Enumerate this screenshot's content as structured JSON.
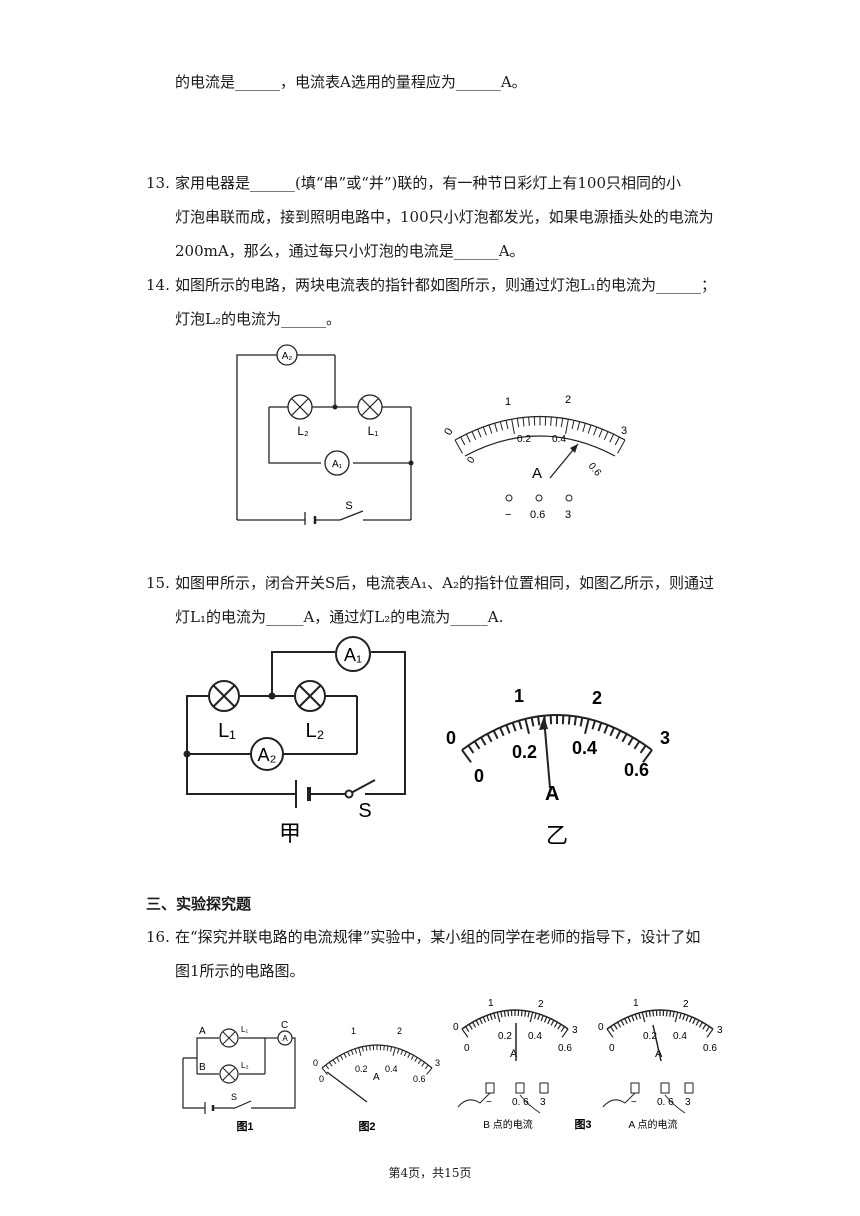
{
  "q12_tail": "的电流是______，电流表A选用的量程应为______A。",
  "q13": {
    "number": "13.",
    "lines": [
      "家用电器是______(填“串”或“并”)联的，有一种节日彩灯上有100只相同的小",
      "灯泡串联而成，接到照明电路中，100只小灯泡都发光，如果电源插头处的电流为",
      "200mA，那么，通过每只小灯泡的电流是______A。"
    ]
  },
  "q14": {
    "number": "14.",
    "lines": [
      "如图所示的电路，两块电流表的指针都如图所示，则通过灯泡L₁的电流为______；",
      "灯泡L₂的电流为______。"
    ],
    "circuit_labels": {
      "a2": "A₂",
      "a1": "A₁",
      "l2": "L₂",
      "l1": "L₁",
      "s": "S"
    },
    "meter": {
      "top_ticks": [
        "0",
        "1",
        "2",
        "3"
      ],
      "bottom_ticks": [
        "0",
        "0.2",
        "0.4",
        "0.6"
      ],
      "unit": "A",
      "terminals": [
        "−",
        "0.6",
        "3"
      ]
    }
  },
  "q15": {
    "number": "15.",
    "lines": [
      "如图甲所示，闭合开关S后，电流表A₁、A₂的指针位置相同，如图乙所示，则通过",
      "灯L₁的电流为_____A，通过灯L₂的电流为_____A."
    ],
    "circuit_labels": {
      "a1": "A₁",
      "a2": "A₂",
      "l1": "L₁",
      "l2": "L₂",
      "s": "S"
    },
    "fig_jia": "甲",
    "fig_yi": "乙",
    "meter": {
      "top_ticks": [
        "0",
        "1",
        "2",
        "3"
      ],
      "bottom_ticks": [
        "0",
        "0.2",
        "0.4",
        "0.6"
      ],
      "unit": "A"
    }
  },
  "section3": "三、实验探究题",
  "q16": {
    "number": "16.",
    "lines": [
      "在“探究并联电路的电流规律”实验中，某小组的同学在老师的指导下，设计了如",
      "图1所示的电路图。"
    ],
    "fig1": {
      "caption": "图1",
      "labels": {
        "a": "A",
        "b": "B",
        "c": "C",
        "l1": "L₁",
        "l2": "L₂",
        "meter": "A",
        "s": "S"
      }
    },
    "fig2": {
      "caption": "图2",
      "top_ticks": [
        "0",
        "1",
        "2",
        "3"
      ],
      "bottom_ticks": [
        "0",
        "0.2",
        "0.4",
        "0.6"
      ],
      "unit": "A"
    },
    "fig3": {
      "caption": "图3",
      "left_caption": "B 点的电流",
      "right_caption": "A 点的电流",
      "top_ticks": [
        "0",
        "1",
        "2",
        "3"
      ],
      "bottom_ticks": [
        "0",
        "0.2",
        "0.4",
        "0.6"
      ],
      "unit": "A",
      "terminals": [
        "−",
        "0. 6",
        "3"
      ]
    }
  },
  "footer": "第4页，共15页"
}
